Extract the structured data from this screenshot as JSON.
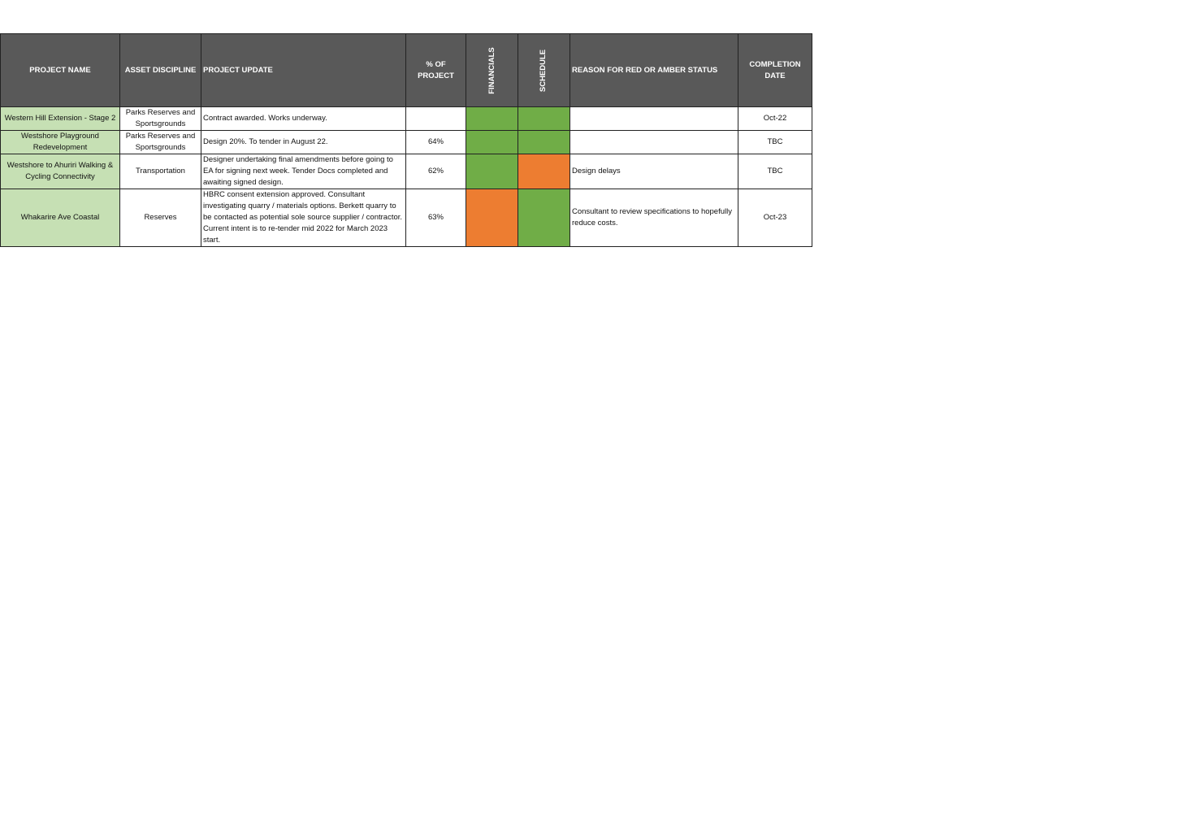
{
  "headers": {
    "project_name": "PROJECT NAME",
    "asset_discipline": "ASSET DISCIPLINE",
    "project_update": "PROJECT UPDATE",
    "pct_of_project": "% OF PROJECT",
    "financials": "FINANCIALS",
    "schedule": "SCHEDULE",
    "reason": "REASON FOR RED OR AMBER STATUS",
    "completion_date": "COMPLETION DATE"
  },
  "colors": {
    "header": "#595959",
    "name_cell": "#c6e0b4",
    "green": "#70ad47",
    "amber": "#ed7d31"
  },
  "rows": [
    {
      "name": "Western Hill Extension - Stage 2",
      "discipline": "Parks Reserves and Sportsgrounds",
      "update": "Contract awarded. Works underway.",
      "pct": "",
      "financials": "green",
      "schedule": "green",
      "reason": "",
      "completion": "Oct-22"
    },
    {
      "name": "Westshore Playground Redevelopment",
      "discipline": "Parks Reserves and Sportsgrounds",
      "update": "Design 20%. To tender in August 22.",
      "pct": "64%",
      "financials": "green",
      "schedule": "green",
      "reason": "",
      "completion": "TBC"
    },
    {
      "name": "Westshore to Ahuriri Walking & Cycling Connectivity",
      "discipline": "Transportation",
      "update": "Designer undertaking final amendments before going to EA for signing next week. Tender Docs completed and awaiting signed design.",
      "pct": "62%",
      "financials": "green",
      "schedule": "amber",
      "reason": "Design delays",
      "completion": "TBC"
    },
    {
      "name": "Whakarire Ave Coastal",
      "discipline": "Reserves",
      "update": "HBRC consent extension approved. Consultant investigating quarry / materials options. Berkett quarry to be contacted as potential sole source supplier / contractor. Current intent is to re-tender mid 2022 for March 2023 start.",
      "pct": "63%",
      "financials": "amber",
      "schedule": "green",
      "reason": "Consultant to review specifications to hopefully reduce costs.",
      "completion": "Oct-23"
    }
  ]
}
